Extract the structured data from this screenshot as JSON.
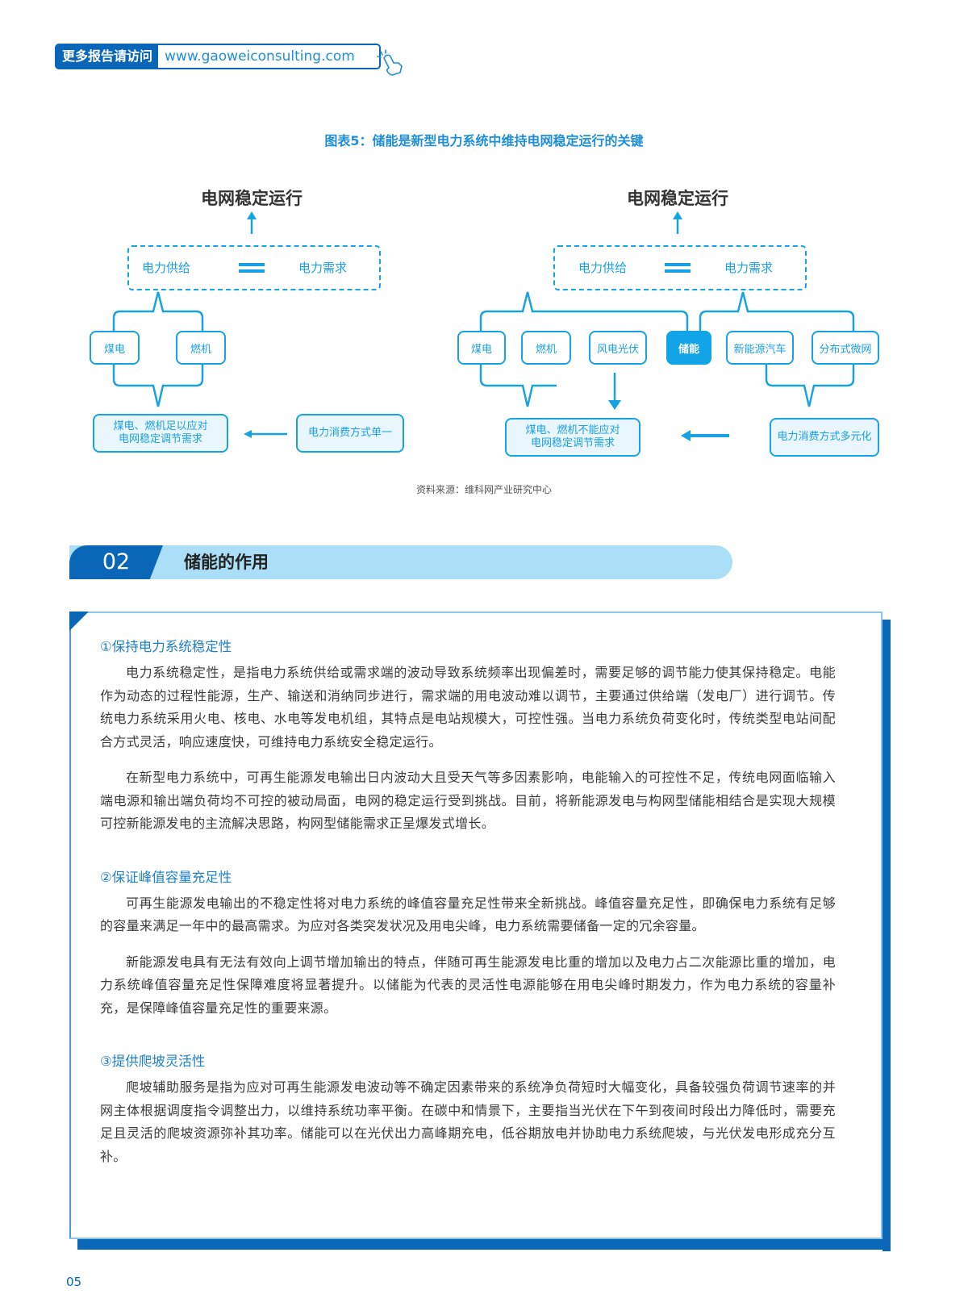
{
  "banner": {
    "label": "更多报告请访问",
    "url": "www.gaoweiconsulting.com"
  },
  "figure": {
    "title": "图表5：储能是新型电力系统中维持电网稳定运行的关键",
    "source": "资料来源：维科网产业研究中心",
    "left_diagram": {
      "title": "电网稳定运行",
      "supply": "电力供给",
      "demand": "电力需求",
      "nodes": [
        "煤电",
        "燃机"
      ],
      "result": "煤电、燃机足以应对电网稳定调节需求",
      "result_line1": "煤电、燃机足以应对",
      "result_line2": "电网稳定调节需求",
      "consumption": "电力消费方式单一"
    },
    "right_diagram": {
      "title": "电网稳定运行",
      "supply": "电力供给",
      "demand": "电力需求",
      "nodes": [
        "煤电",
        "燃机",
        "风电光伏",
        "储能",
        "新能源汽车",
        "分布式微网"
      ],
      "highlighted_node": "储能",
      "result_line1": "煤电、燃机不能应对",
      "result_line2": "电网稳定调节需求",
      "consumption": "电力消费方式多元化"
    }
  },
  "section": {
    "number": "02",
    "title": "储能的作用"
  },
  "body": {
    "items": [
      {
        "heading": "①保持电力系统稳定性",
        "paragraphs": [
          "电力系统稳定性，是指电力系统供给或需求端的波动导致系统频率出现偏差时，需要足够的调节能力使其保持稳定。电能作为动态的过程性能源，生产、输送和消纳同步进行，需求端的用电波动难以调节，主要通过供给端（发电厂）进行调节。传统电力系统采用火电、核电、水电等发电机组，其特点是电站规模大，可控性强。当电力系统负荷变化时，传统类型电站间配合方式灵活，响应速度快，可维持电力系统安全稳定运行。",
          "在新型电力系统中，可再生能源发电输出日内波动大且受天气等多因素影响，电能输入的可控性不足，传统电网面临输入端电源和输出端负荷均不可控的被动局面，电网的稳定运行受到挑战。目前，将新能源发电与构网型储能相结合是实现大规模可控新能源发电的主流解决思路，构网型储能需求正呈爆发式增长。"
        ]
      },
      {
        "heading": "②保证峰值容量充足性",
        "paragraphs": [
          "可再生能源发电输出的不稳定性将对电力系统的峰值容量充足性带来全新挑战。峰值容量充足性，即确保电力系统有足够的容量来满足一年中的最高需求。为应对各类突发状况及用电尖峰，电力系统需要储备一定的冗余容量。",
          "新能源发电具有无法有效向上调节增加输出的特点，伴随可再生能源发电比重的增加以及电力占二次能源比重的增加，电力系统峰值容量充足性保障难度将显著提升。以储能为代表的灵活性电源能够在用电尖峰时期发力，作为电力系统的容量补充，是保障峰值容量充足性的重要来源。"
        ]
      },
      {
        "heading": "③提供爬坡灵活性",
        "paragraphs": [
          "爬坡辅助服务是指为应对可再生能源发电波动等不确定因素带来的系统净负荷短时大幅变化，具备较强负荷调节速率的并网主体根据调度指令调整出力，以维持系统功率平衡。在碳中和情景下，主要指当光伏在下午到夜间时段出力降低时，需要充足且灵活的爬坡资源弥补其功率。储能可以在光伏出力高峰期充电，低谷期放电并协助电力系统爬坡，与光伏发电形成充分互补。"
        ]
      }
    ]
  },
  "page_number": "05",
  "colors": {
    "brand_blue": "#0a66b7",
    "accent_blue": "#17a3e0",
    "section_bar": "#aadff7",
    "heading_blue": "#1f7fc8"
  }
}
